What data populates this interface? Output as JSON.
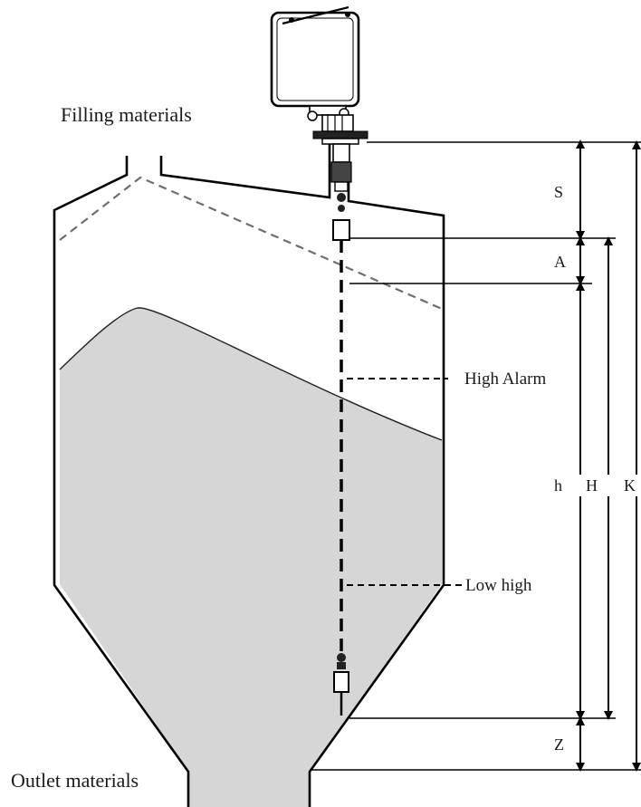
{
  "labels": {
    "filling": "Filling materials",
    "outlet": "Outlet materials",
    "high_alarm": "High Alarm",
    "low_high": "Low high"
  },
  "dimensions": {
    "s": "S",
    "a": "A",
    "h_small": "h",
    "h_big": "H",
    "k": "K",
    "z": "Z"
  },
  "colors": {
    "material_fill": "#d6d6d6",
    "stroke": "#000000",
    "dashed_profile": "#6e6e6e"
  },
  "icons": {
    "head": "transmitter-housing-icon",
    "probe": "cable-probe-weight-icon"
  }
}
